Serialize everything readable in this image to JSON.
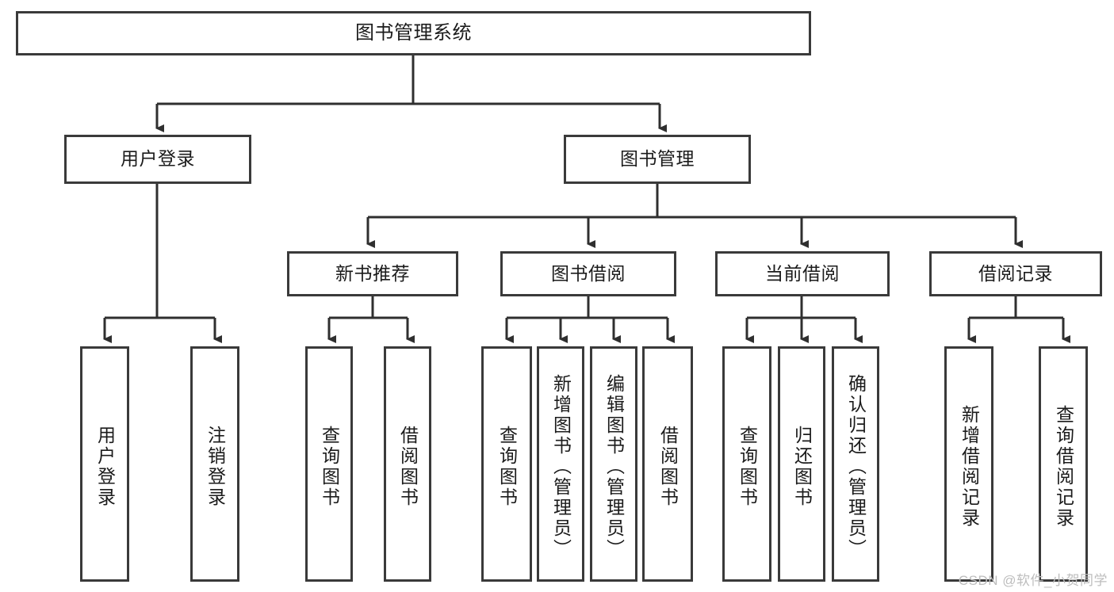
{
  "diagram": {
    "title": "图书管理系统",
    "type": "tree-hierarchy",
    "colors": {
      "box_border": "#3a3a3a",
      "box_fill": "#ffffff",
      "connector": "#2f2f2f",
      "text": "#1b1b1b",
      "watermark": "#bdbdbd"
    },
    "root": {
      "label": "图书管理系统"
    },
    "level2": [
      {
        "label": "用户登录"
      },
      {
        "label": "图书管理"
      }
    ],
    "level3": [
      {
        "label": "新书推荐"
      },
      {
        "label": "图书借阅"
      },
      {
        "label": "当前借阅"
      },
      {
        "label": "借阅记录"
      }
    ],
    "leaves": {
      "user_login": [
        {
          "label": "用户登录"
        },
        {
          "label": "注销登录"
        }
      ],
      "new_book_recommend": [
        {
          "label": "查询图书"
        },
        {
          "label": "借阅图书"
        }
      ],
      "book_borrow": [
        {
          "label": "查询图书"
        },
        {
          "label": "新增图书（管理员）"
        },
        {
          "label": "编辑图书（管理员）"
        },
        {
          "label": "借阅图书"
        }
      ],
      "current_borrow": [
        {
          "label": "查询图书"
        },
        {
          "label": "归还图书"
        },
        {
          "label": "确认归还（管理员）"
        }
      ],
      "borrow_record": [
        {
          "label": "新增借阅记录"
        },
        {
          "label": "查询借阅记录"
        }
      ]
    }
  },
  "watermark": {
    "text": "CSDN @软件_小贺同学"
  }
}
